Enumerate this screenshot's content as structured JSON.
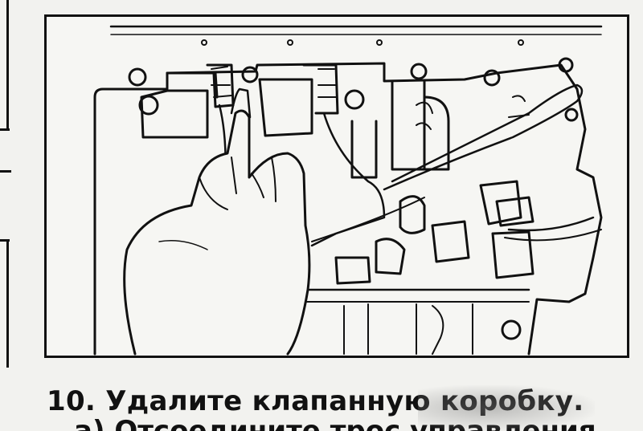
{
  "document": {
    "step_heading": "10. Удалите клапанную коробку.",
    "step_subitem": "а) Отсоедините трос управления"
  },
  "figure": {
    "description_icon": "valve-body-removal-illustration"
  },
  "colors": {
    "ink": "#111111",
    "paper": "#f2f2ef"
  }
}
